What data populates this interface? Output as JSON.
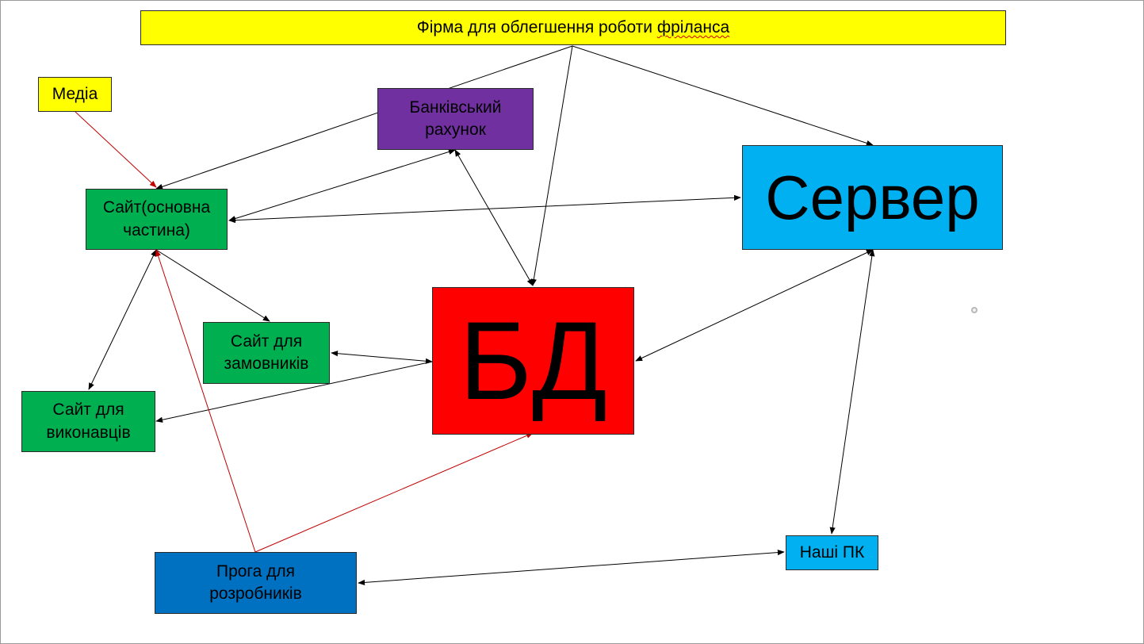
{
  "diagram": {
    "title": "Фірма для облегшення роботи фріланса",
    "nodes": {
      "firm": {
        "label": "Фірма для облегшення роботи фріланса",
        "color": "#ffff00"
      },
      "media": {
        "label": "Медіа",
        "color": "#ffff00"
      },
      "bank": {
        "label": "Банківський рахунок",
        "color": "#7030a0"
      },
      "main_site": {
        "label": "Сайт(основна частина)",
        "color": "#00b050"
      },
      "server": {
        "label": "Сервер",
        "color": "#00b0f0"
      },
      "client_site": {
        "label": "Сайт для замовників",
        "color": "#00b050"
      },
      "db": {
        "label": "БД",
        "color": "#ff0000"
      },
      "worker_site": {
        "label": "Сайт для виконавців",
        "color": "#00b050"
      },
      "dev_app": {
        "label": "Прога для розробників",
        "color": "#0070c0"
      },
      "our_pc": {
        "label": "Наші ПК",
        "color": "#00b0f0"
      }
    },
    "edges": [
      {
        "from": "firm",
        "to": "main_site",
        "kind": "single",
        "color": "#000000"
      },
      {
        "from": "firm",
        "to": "db",
        "kind": "single",
        "color": "#000000"
      },
      {
        "from": "firm",
        "to": "server",
        "kind": "single",
        "color": "#000000"
      },
      {
        "from": "media",
        "to": "main_site",
        "kind": "single",
        "color": "#c00000"
      },
      {
        "from": "bank",
        "to": "main_site",
        "kind": "double",
        "color": "#000000"
      },
      {
        "from": "bank",
        "to": "db",
        "kind": "double",
        "color": "#000000"
      },
      {
        "from": "main_site",
        "to": "server",
        "kind": "double",
        "color": "#000000"
      },
      {
        "from": "main_site",
        "to": "client_site",
        "kind": "single",
        "color": "#000000"
      },
      {
        "from": "main_site",
        "to": "worker_site",
        "kind": "double",
        "color": "#000000"
      },
      {
        "from": "client_site",
        "to": "db",
        "kind": "double",
        "color": "#000000"
      },
      {
        "from": "db",
        "to": "worker_site",
        "kind": "single",
        "color": "#000000"
      },
      {
        "from": "server",
        "to": "db",
        "kind": "double",
        "color": "#000000"
      },
      {
        "from": "server",
        "to": "our_pc",
        "kind": "double",
        "color": "#000000"
      },
      {
        "from": "dev_app",
        "to": "main_site",
        "kind": "single",
        "color": "#c00000"
      },
      {
        "from": "dev_app",
        "to": "db",
        "kind": "single",
        "color": "#c00000"
      },
      {
        "from": "dev_app",
        "to": "our_pc",
        "kind": "double",
        "color": "#000000"
      }
    ]
  }
}
